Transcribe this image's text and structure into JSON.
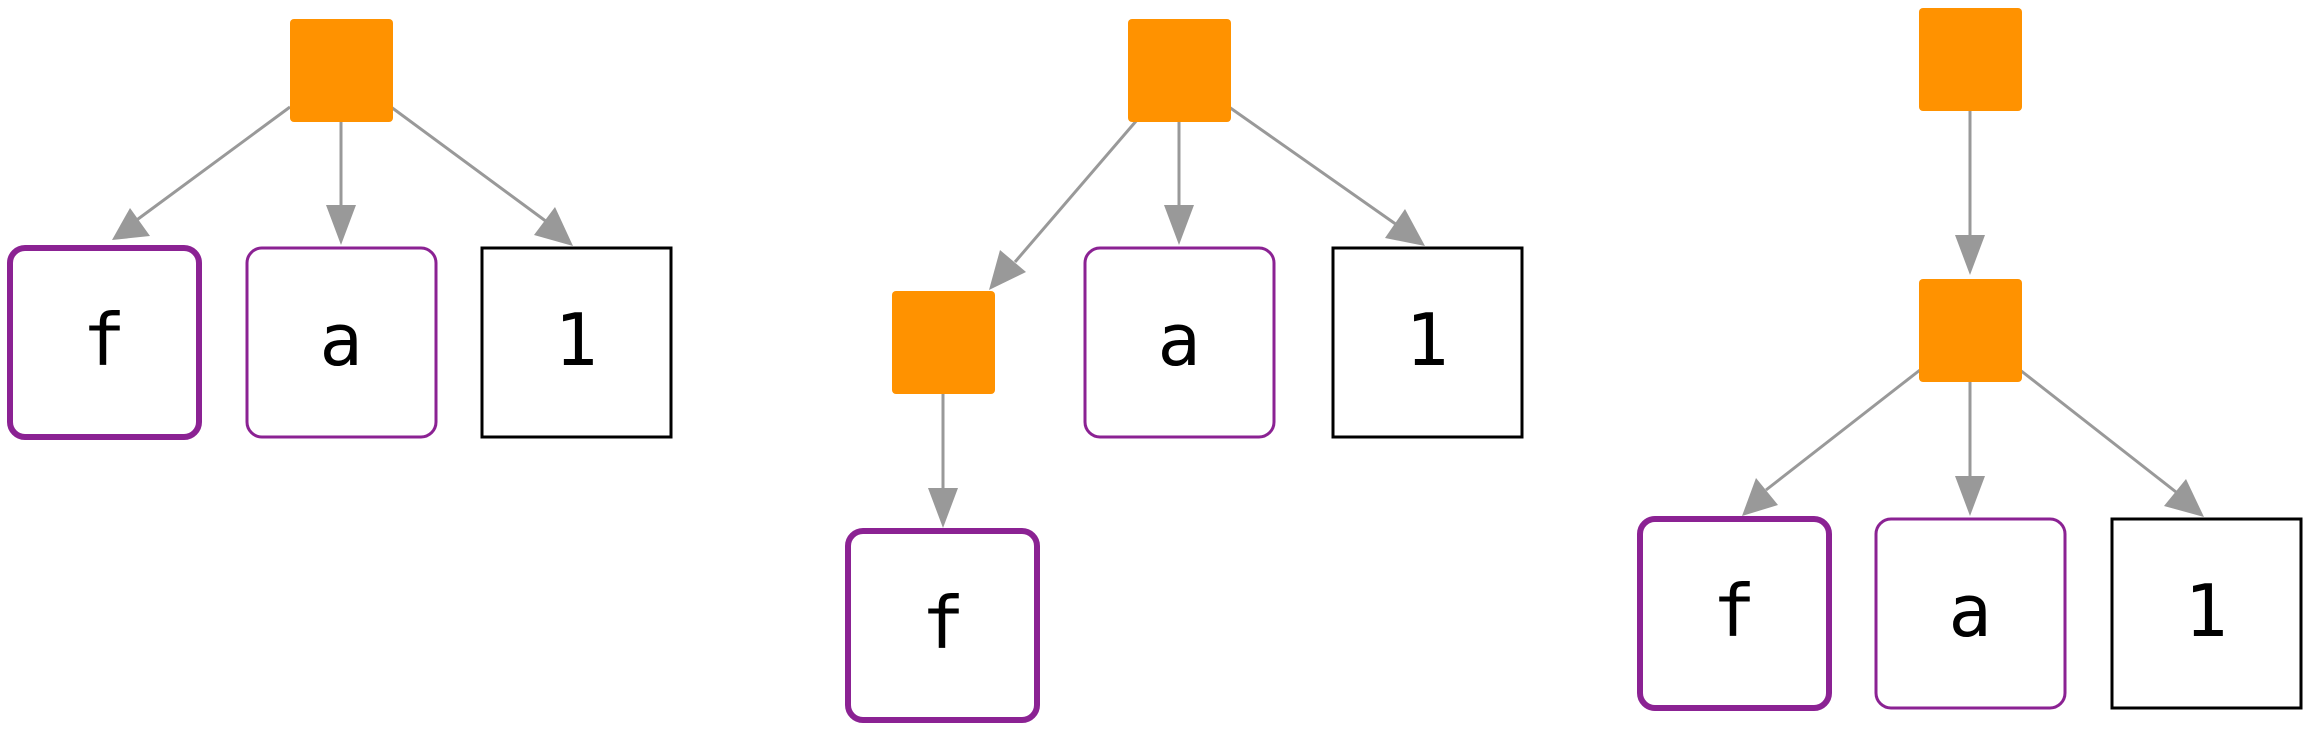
{
  "colors": {
    "operator_node": "#ff9200",
    "edge": "#999999",
    "function_border": "#8b2293",
    "variable_border": "#8b2293",
    "constant_border": "#000000"
  },
  "trees": [
    {
      "root": {
        "shape": "orange-square",
        "children": [
          {
            "kind": "function",
            "label": "f"
          },
          {
            "kind": "variable",
            "label": "a"
          },
          {
            "kind": "constant",
            "label": "1"
          }
        ]
      }
    },
    {
      "root": {
        "shape": "orange-square",
        "children": [
          {
            "kind": "operator",
            "shape": "orange-square",
            "children": [
              {
                "kind": "function",
                "label": "f"
              }
            ]
          },
          {
            "kind": "variable",
            "label": "a"
          },
          {
            "kind": "constant",
            "label": "1"
          }
        ]
      }
    },
    {
      "root": {
        "shape": "orange-square",
        "children": [
          {
            "kind": "operator",
            "shape": "orange-square",
            "children": [
              {
                "kind": "function",
                "label": "f"
              },
              {
                "kind": "variable",
                "label": "a"
              },
              {
                "kind": "constant",
                "label": "1"
              }
            ]
          }
        ]
      }
    }
  ]
}
